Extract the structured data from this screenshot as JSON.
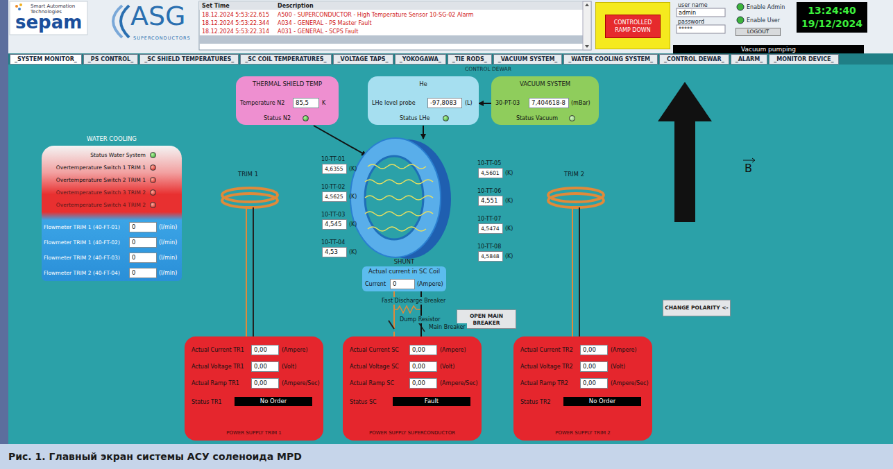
{
  "diagram": {
    "caption": "Рис. 1. Главный экран системы АСУ соленоида MPD",
    "nodes": [
      {
        "text": [
          "CONTROLLED RAMP DOWN"
        ]
      },
      {
        "text": [
          "WATER COOLING",
          "Status Water System",
          "Overtemperature Switch 1 TRIM 1",
          "Overtemperature Switch 2 TRIM 1",
          "Overtemperature Switch 3 TRIM 2",
          "Overtemperature Switch 4 TRIM 2",
          "Flowmeter TRIM 1 (40-FT-01)",
          "0",
          "(l/min)",
          "Flowmeter TRIM 1 (40-FT-02)",
          "0",
          "(l/min)",
          "Flowmeter TRIM 2 (40-FT-03)",
          "0",
          "(l/min)",
          "Flowmeter TRIM 2 (40-FT-04)",
          "0",
          "(l/min)"
        ]
      },
      {
        "text": [
          "THERMAL SHIELD TEMP",
          "Temperature N2",
          "85,5",
          "K",
          "Status N2"
        ]
      },
      {
        "text": [
          "He",
          "LHe level probe",
          "-97,8083",
          "(L)",
          "Status LHe"
        ]
      },
      {
        "text": [
          "VACUUM SYSTEM",
          "30-PT-03",
          "7,404618-8",
          "(mBar)",
          "Status Vacuum"
        ]
      },
      {
        "text": [
          "SHUNT",
          "Actual current in SC Coil",
          "Current",
          "0",
          "(Ampere)"
        ]
      },
      {
        "text": [
          "OPEN MAIN BREAKER"
        ]
      },
      {
        "text": [
          "CHANGE POLARITY <-"
        ]
      },
      {
        "text": [
          "Actual Current TR1",
          "0,00",
          "(Ampere)",
          "Actual Voltage TR1",
          "0,00",
          "(Volt)",
          "Actual Ramp TR1",
          "0,00",
          "(Ampere/Sec)",
          "Status TR1",
          "No Order",
          "POWER SUPPLY TRIM 1"
        ]
      },
      {
        "text": [
          "Actual Current SC",
          "0,00",
          "(Ampere)",
          "Actual Voltage SC",
          "0,00",
          "(Volt)",
          "Actual Ramp SC",
          "0,00",
          "(Ampere/Sec)",
          "Status SC",
          "Fault",
          "POWER SUPPLY SUPERCONDUCTOR"
        ]
      },
      {
        "text": [
          "Actual Current TR2",
          "0,00",
          "(Ampere)",
          "Actual Voltage TR2",
          "0,00",
          "(Volt)",
          "Actual Ramp TR2",
          "0,00",
          "(Ampere/Sec)",
          "Status TR2",
          "No Order",
          "POWER SUPPLY TRIM 2"
        ]
      }
    ],
    "edges": [
      {
        "from": 4,
        "to": 3,
        "arrow": "to"
      },
      {
        "from": 5,
        "to": 9,
        "arrow": "none"
      }
    ],
    "labels": [
      "Smart Automation Technologies",
      "sepam",
      "ASG",
      "SUPERCONDUCTORS",
      "Set Time",
      "Description",
      "18.12.2024 5:53:22.615",
      "A500 - SUPERCONDUCTOR - High Temperature Sensor 10-SG-02 Alarm",
      "18.12.2024 5:53:22.344",
      "A034 - GENERAL - PS Master Fault",
      "18.12.2024 5:53:22.314",
      "A031 - GENERAL - SCPS Fault",
      "user name",
      "admin",
      "password",
      "*****",
      "Enable Admin",
      "Enable User",
      "LOGOUT",
      "13:24:40",
      "19/12/2024",
      "Vacuum pumping",
      "_SYSTEM MONITOR_",
      "_PS CONTROL_",
      "_SC SHIELD TEMPERATURES_",
      "_SC COIL TEMPERATURES_",
      "_VOLTAGE TAPS_",
      "_YOKOGAWA_",
      "_TIE RODS_",
      "_VACUUM SYSTEM_",
      "_WATER COOLING SYSTEM_",
      "_CONTROL DEWAR_",
      "_ALARM_",
      "_MONITOR DEVICE_",
      "CONTROL DEWAR",
      "10-TT-01",
      "4,6355",
      "(K)",
      "10-TT-02",
      "4,5625",
      "(K)",
      "10-TT-03",
      "4,545",
      "(K)",
      "10-TT-04",
      "4,53",
      "(K)",
      "10-TT-05",
      "4,5601",
      "(K)",
      "10-TT-06",
      "4,551",
      "(K)",
      "10-TT-07",
      "4,5474",
      "(K)",
      "10-TT-08",
      "4,5848",
      "(K)",
      "TRIM 1",
      "TRIM 2",
      "Fast Discharge Breaker",
      "Dump Resistor",
      "Main Breaker",
      "B"
    ]
  }
}
